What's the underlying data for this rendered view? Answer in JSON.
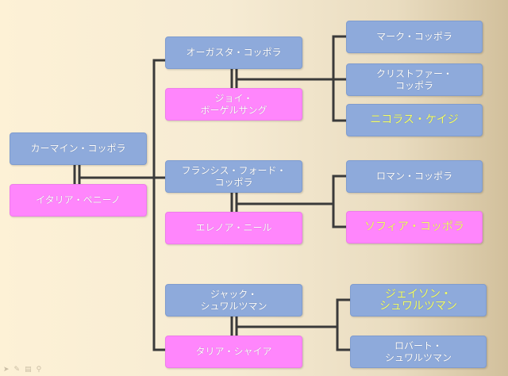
{
  "people": {
    "carmine": "カーマイン・コッポラ",
    "italia": "イタリア・ペニーノ",
    "august": "オーガスタ・コッポラ",
    "joy": "ジョイ・\nボーゲルサング",
    "francis": "フランシス・フォード・\nコッポラ",
    "eleanor": "エレノア・ニール",
    "jack": "ジャック・\nシュワルツマン",
    "talia": "タリア・シャイア",
    "marc": "マーク・コッポラ",
    "christopher": "クリストファー・\nコッポラ",
    "nicolas": "ニコラス・ケイジ",
    "roman": "ロマン・コッポラ",
    "sofia": "ソフィア・コッポラ",
    "jason": "ジェイソン・\nシュワルツマン",
    "robert": "ロバート・\nシュワルツマン"
  },
  "colors": {
    "male": "#8eaadb",
    "female": "#ff86fc",
    "highlight_text": "#f4ff6a",
    "line": "#3a3a3a"
  },
  "toolbar_icons": [
    "pointer-icon",
    "pen-icon",
    "menu-icon",
    "zoom-icon"
  ]
}
